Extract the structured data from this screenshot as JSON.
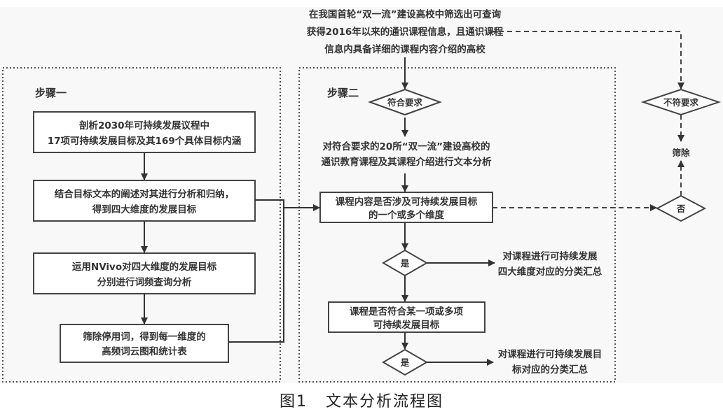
{
  "figure": {
    "caption_number": "图1",
    "caption_title": "文本分析流程图"
  },
  "top_node": {
    "lines": [
      "在我国首轮“双一流”建设高校中筛选出可查询",
      "获得2016年以来的通识课程信息，且通识课程",
      "信息内具备详细的课程内容介绍的高校"
    ]
  },
  "step1": {
    "label": "步骤一",
    "boxes": [
      {
        "lines": [
          "剖析2030年可持续发展议程中",
          "17项可持续发展目标及其169个具体目标内涵"
        ]
      },
      {
        "lines": [
          "结合目标文本的阐述对其进行分析和归纳，",
          "得到四大维度的发展目标"
        ]
      },
      {
        "lines": [
          "运用NVivo对四大维度的发展目标",
          "分别进行词频查询分析"
        ]
      },
      {
        "lines": [
          "筛除停用词，得到每一维度的",
          "高频词云图和统计表"
        ]
      }
    ]
  },
  "step2": {
    "label": "步骤二",
    "decision_meets": "符合要求",
    "analysis_text": [
      "对符合要求的20所“双一流”建设高校的",
      "通识教育课程及其课程介绍进行文本分析"
    ],
    "box_dimension": [
      "课程内容是否涉及可持续发展目标",
      "的一个或多个维度"
    ],
    "decision_yes_1": "是",
    "result_1": [
      "对课程进行可持续发展",
      "四大维度对应的分类汇总"
    ],
    "box_goal": [
      "课程是否符合某一项或多项",
      "可持续发展目标"
    ],
    "decision_yes_2": "是",
    "result_2": [
      "对课程进行可持续发展目",
      "标对应的分类汇总"
    ]
  },
  "reject_branch": {
    "decision_not_meet": "不符要求",
    "eliminate": "筛除",
    "decision_no": "否"
  }
}
